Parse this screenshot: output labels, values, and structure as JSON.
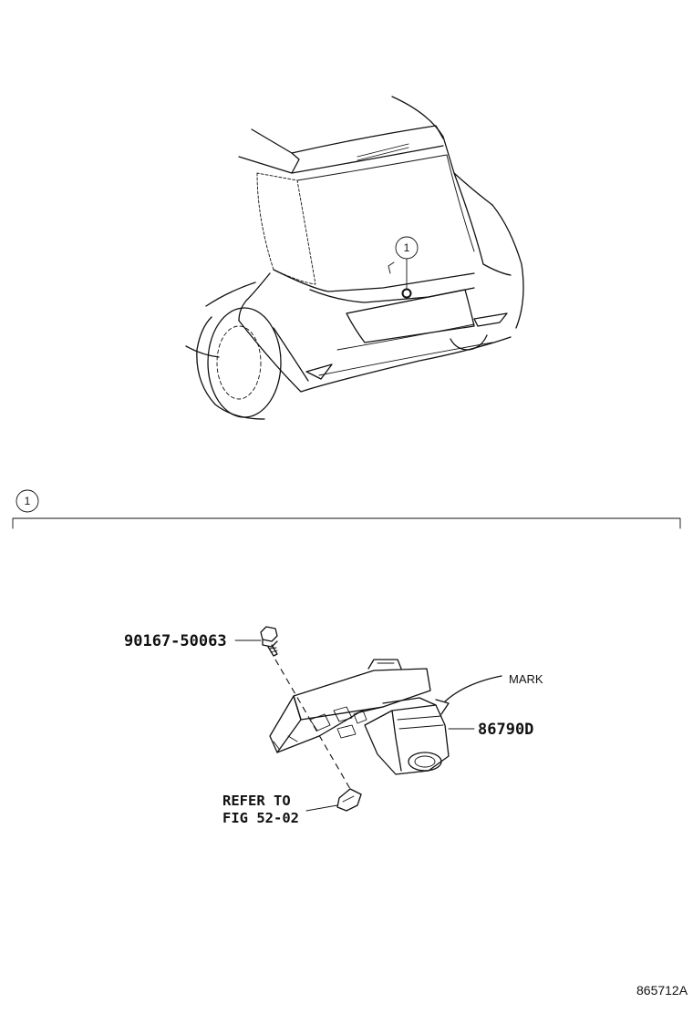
{
  "callout_index": "1",
  "parts": {
    "bolt": "90167-50063",
    "camera": "86790D"
  },
  "labels": {
    "mark": "MARK",
    "refer_line1": "REFER TO",
    "refer_line2": "FIG 52-02"
  },
  "illustration_id": "865712A"
}
